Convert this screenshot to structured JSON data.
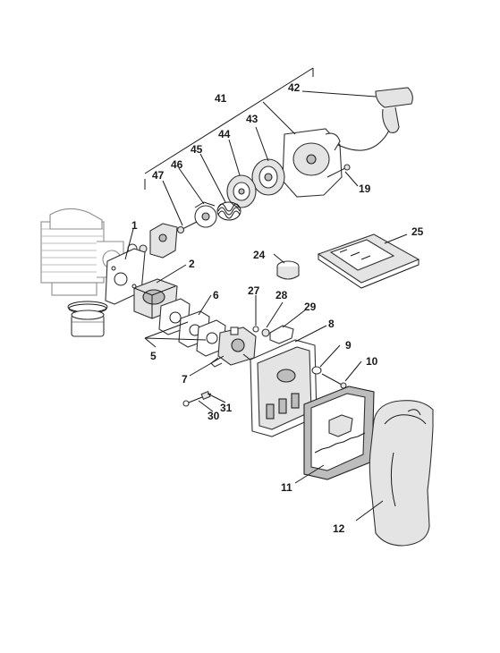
{
  "callouts": [
    {
      "id": "c1",
      "text": "1"
    },
    {
      "id": "c2",
      "text": "2"
    },
    {
      "id": "c5",
      "text": "5"
    },
    {
      "id": "c6",
      "text": "6"
    },
    {
      "id": "c7",
      "text": "7"
    },
    {
      "id": "c8",
      "text": "8"
    },
    {
      "id": "c9",
      "text": "9"
    },
    {
      "id": "c10",
      "text": "10"
    },
    {
      "id": "c11",
      "text": "11"
    },
    {
      "id": "c12",
      "text": "12"
    },
    {
      "id": "c19",
      "text": "19"
    },
    {
      "id": "c24",
      "text": "24"
    },
    {
      "id": "c25",
      "text": "25"
    },
    {
      "id": "c27",
      "text": "27"
    },
    {
      "id": "c28",
      "text": "28"
    },
    {
      "id": "c29",
      "text": "29"
    },
    {
      "id": "c30",
      "text": "30"
    },
    {
      "id": "c31",
      "text": "31"
    },
    {
      "id": "c41",
      "text": "41"
    },
    {
      "id": "c42",
      "text": "42"
    },
    {
      "id": "c43",
      "text": "43"
    },
    {
      "id": "c44",
      "text": "44"
    },
    {
      "id": "c45",
      "text": "45"
    },
    {
      "id": "c46",
      "text": "46"
    },
    {
      "id": "c47",
      "text": "47"
    }
  ]
}
